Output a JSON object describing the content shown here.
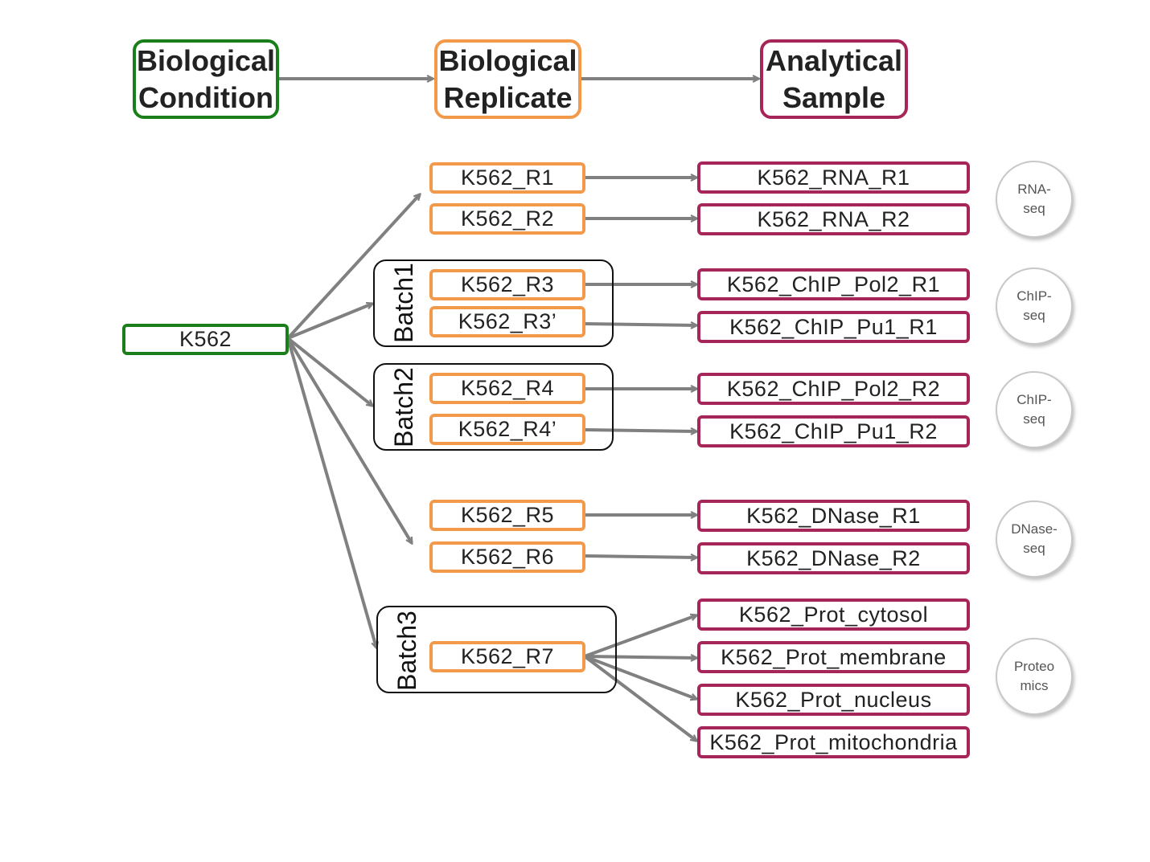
{
  "headers": {
    "condition": [
      "Biological",
      "Condition"
    ],
    "replicate": [
      "Biological",
      "Replicate"
    ],
    "sample": [
      "Analytical",
      "Sample"
    ]
  },
  "condition": "K562",
  "replicates": {
    "r1": "K562_R1",
    "r2": "K562_R2",
    "r3": "K562_R3",
    "r3p": "K562_R3’",
    "r4": "K562_R4",
    "r4p": "K562_R4’",
    "r5": "K562_R5",
    "r6": "K562_R6",
    "r7": "K562_R7"
  },
  "batches": {
    "b1": "Batch1",
    "b2": "Batch2",
    "b3": "Batch3"
  },
  "samples": {
    "rna_r1": "K562_RNA_R1",
    "rna_r2": "K562_RNA_R2",
    "chip_pol2_r1": "K562_ChIP_Pol2_R1",
    "chip_pu1_r1": "K562_ChIP_Pu1_R1",
    "chip_pol2_r2": "K562_ChIP_Pol2_R2",
    "chip_pu1_r2": "K562_ChIP_Pu1_R2",
    "dnase_r1": "K562_DNase_R1",
    "dnase_r2": "K562_DNase_R2",
    "prot_cytosol": "K562_Prot_cytosol",
    "prot_membrane": "K562_Prot_membrane",
    "prot_nucleus": "K562_Prot_nucleus",
    "prot_mito": "K562_Prot_mitochondria"
  },
  "assays": {
    "rna": "RNA-\nseq",
    "chip1": "ChIP-\nseq",
    "chip2": "ChIP-\nseq",
    "dnase": "DNase-\nseq",
    "prot": "Proteo\nmics"
  },
  "colors": {
    "condition": "#1a7f1a",
    "replicate": "#f29a4a",
    "sample": "#a6265a",
    "arrow": "#808080"
  }
}
